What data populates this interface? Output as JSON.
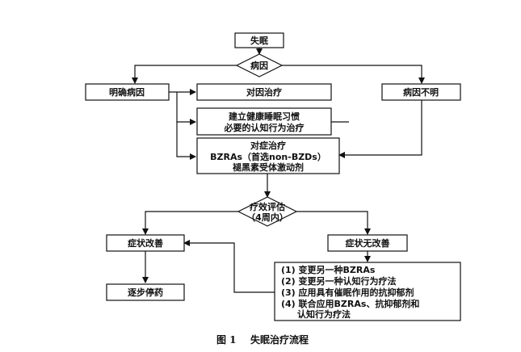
{
  "nodes": {
    "insomnia": "失眠",
    "cause": "病因",
    "clear_cause": "明确病因",
    "cause_treatment": "对因治疗",
    "unknown_cause": "病因不明",
    "habits_line1": "建立健康睡眠习惯",
    "habits_line2": "必要的认知行为治疗",
    "symptomatic_line1": "对症治疗",
    "symptomatic_line2": "BZRAs（首选non-BZDs）",
    "symptomatic_line3": "褪黑素受体激动剂",
    "evaluation_line1": "疗效评估",
    "evaluation_line2": "（4周内）",
    "improved": "症状改善",
    "not_improved": "症状无改善",
    "taper": "逐步停药",
    "option1": "(1) 变更另一种BZRAs",
    "option2": "(2) 变更另一种认知行为疗法",
    "option3": "(3) 应用具有催眠作用的抗抑郁剂",
    "option4_line1": "(4) 联合应用BZRAs、抗抑郁剂和",
    "option4_line2": "认知行为疗法"
  },
  "caption": {
    "label": "图 1",
    "title": "失眠治疗流程"
  }
}
